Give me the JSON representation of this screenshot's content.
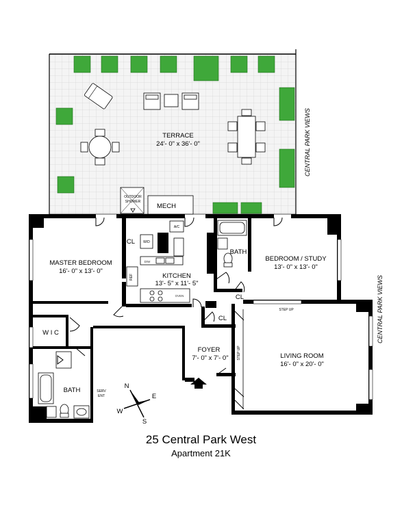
{
  "terrace": {
    "name": "TERRACE",
    "dims": "24'- 0\" x 36'- 0\""
  },
  "rooms": {
    "master_bedroom": {
      "name": "MASTER BEDROOM",
      "dims": "16'- 0\" x 13'- 0\""
    },
    "kitchen": {
      "name": "KITCHEN",
      "dims": "13'- 5\" x 11'- 5\""
    },
    "bedroom_study": {
      "name": "BEDROOM / STUDY",
      "dims": "13'- 0\" x 13'- 0\""
    },
    "living_room": {
      "name": "LIVING ROOM",
      "dims": "16'- 0\" x 20'- 0\""
    },
    "foyer": {
      "name": "FOYER",
      "dims": "7'- 0\" x 7'- 0\""
    },
    "bath_main": {
      "name": "BATH"
    },
    "bath_bedroom": {
      "name": "BATH"
    },
    "wic": {
      "name": "W I C"
    },
    "cl_master": {
      "name": "CL"
    },
    "cl_bedroom": {
      "name": "CL"
    },
    "cl_foyer": {
      "name": "CL"
    },
    "mech": {
      "name": "MECH"
    },
    "outdoor_shower": {
      "line1": "OUTDOOR",
      "line2": "SHOWER"
    },
    "serv_ent": {
      "line1": "SERV",
      "line2": "ENT"
    }
  },
  "fixtures": {
    "wd": "W/D",
    "ac": "A/C",
    "ref": "REF",
    "dw": "D/W",
    "oven": "OVEN"
  },
  "notes": {
    "step_up_horizontal": "STEP UP",
    "step_up_vertical": "STEP UP",
    "central_park_views_terrace": "CENTRAL PARK VIEWS",
    "central_park_views_living": "CENTRAL PARK VIEWS"
  },
  "compass": {
    "n": "N",
    "e": "E",
    "s": "S",
    "w": "W"
  },
  "title": {
    "address": "25 Central Park West",
    "apartment": "Apartment 21K"
  }
}
